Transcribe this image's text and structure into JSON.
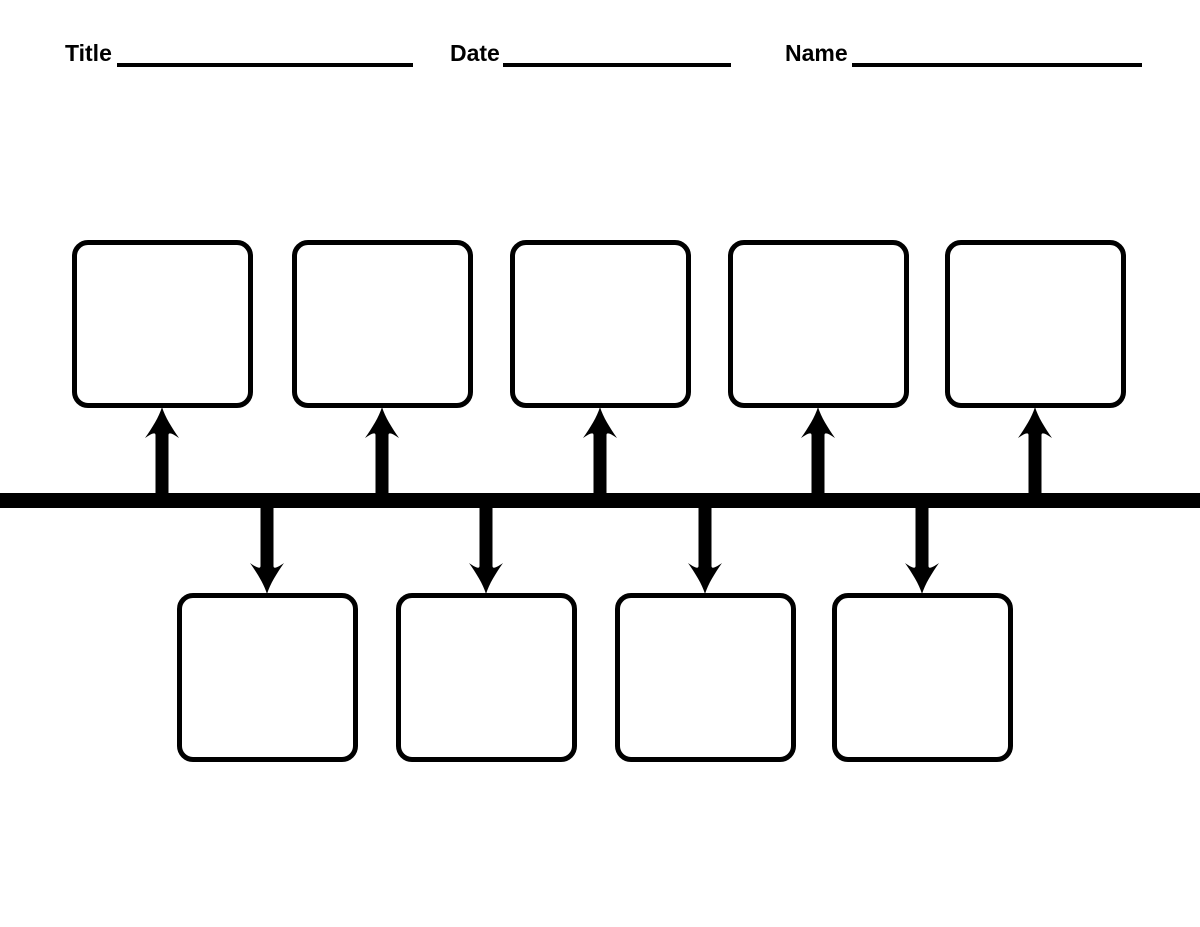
{
  "document": {
    "type": "blank-timeline-worksheet",
    "ink_color": "#000000",
    "paper_color": "#ffffff"
  },
  "header": {
    "fields": [
      {
        "label": "Title",
        "value": ""
      },
      {
        "label": "Date",
        "value": ""
      },
      {
        "label": "Name",
        "value": ""
      }
    ]
  },
  "timeline": {
    "bar": "horizontal-black-bar",
    "top_events": [
      {
        "value": ""
      },
      {
        "value": ""
      },
      {
        "value": ""
      },
      {
        "value": ""
      },
      {
        "value": ""
      }
    ],
    "bottom_events": [
      {
        "value": ""
      },
      {
        "value": ""
      },
      {
        "value": ""
      },
      {
        "value": ""
      }
    ],
    "up_arrow_icon": "up-arrow",
    "down_arrow_icon": "down-arrow"
  }
}
